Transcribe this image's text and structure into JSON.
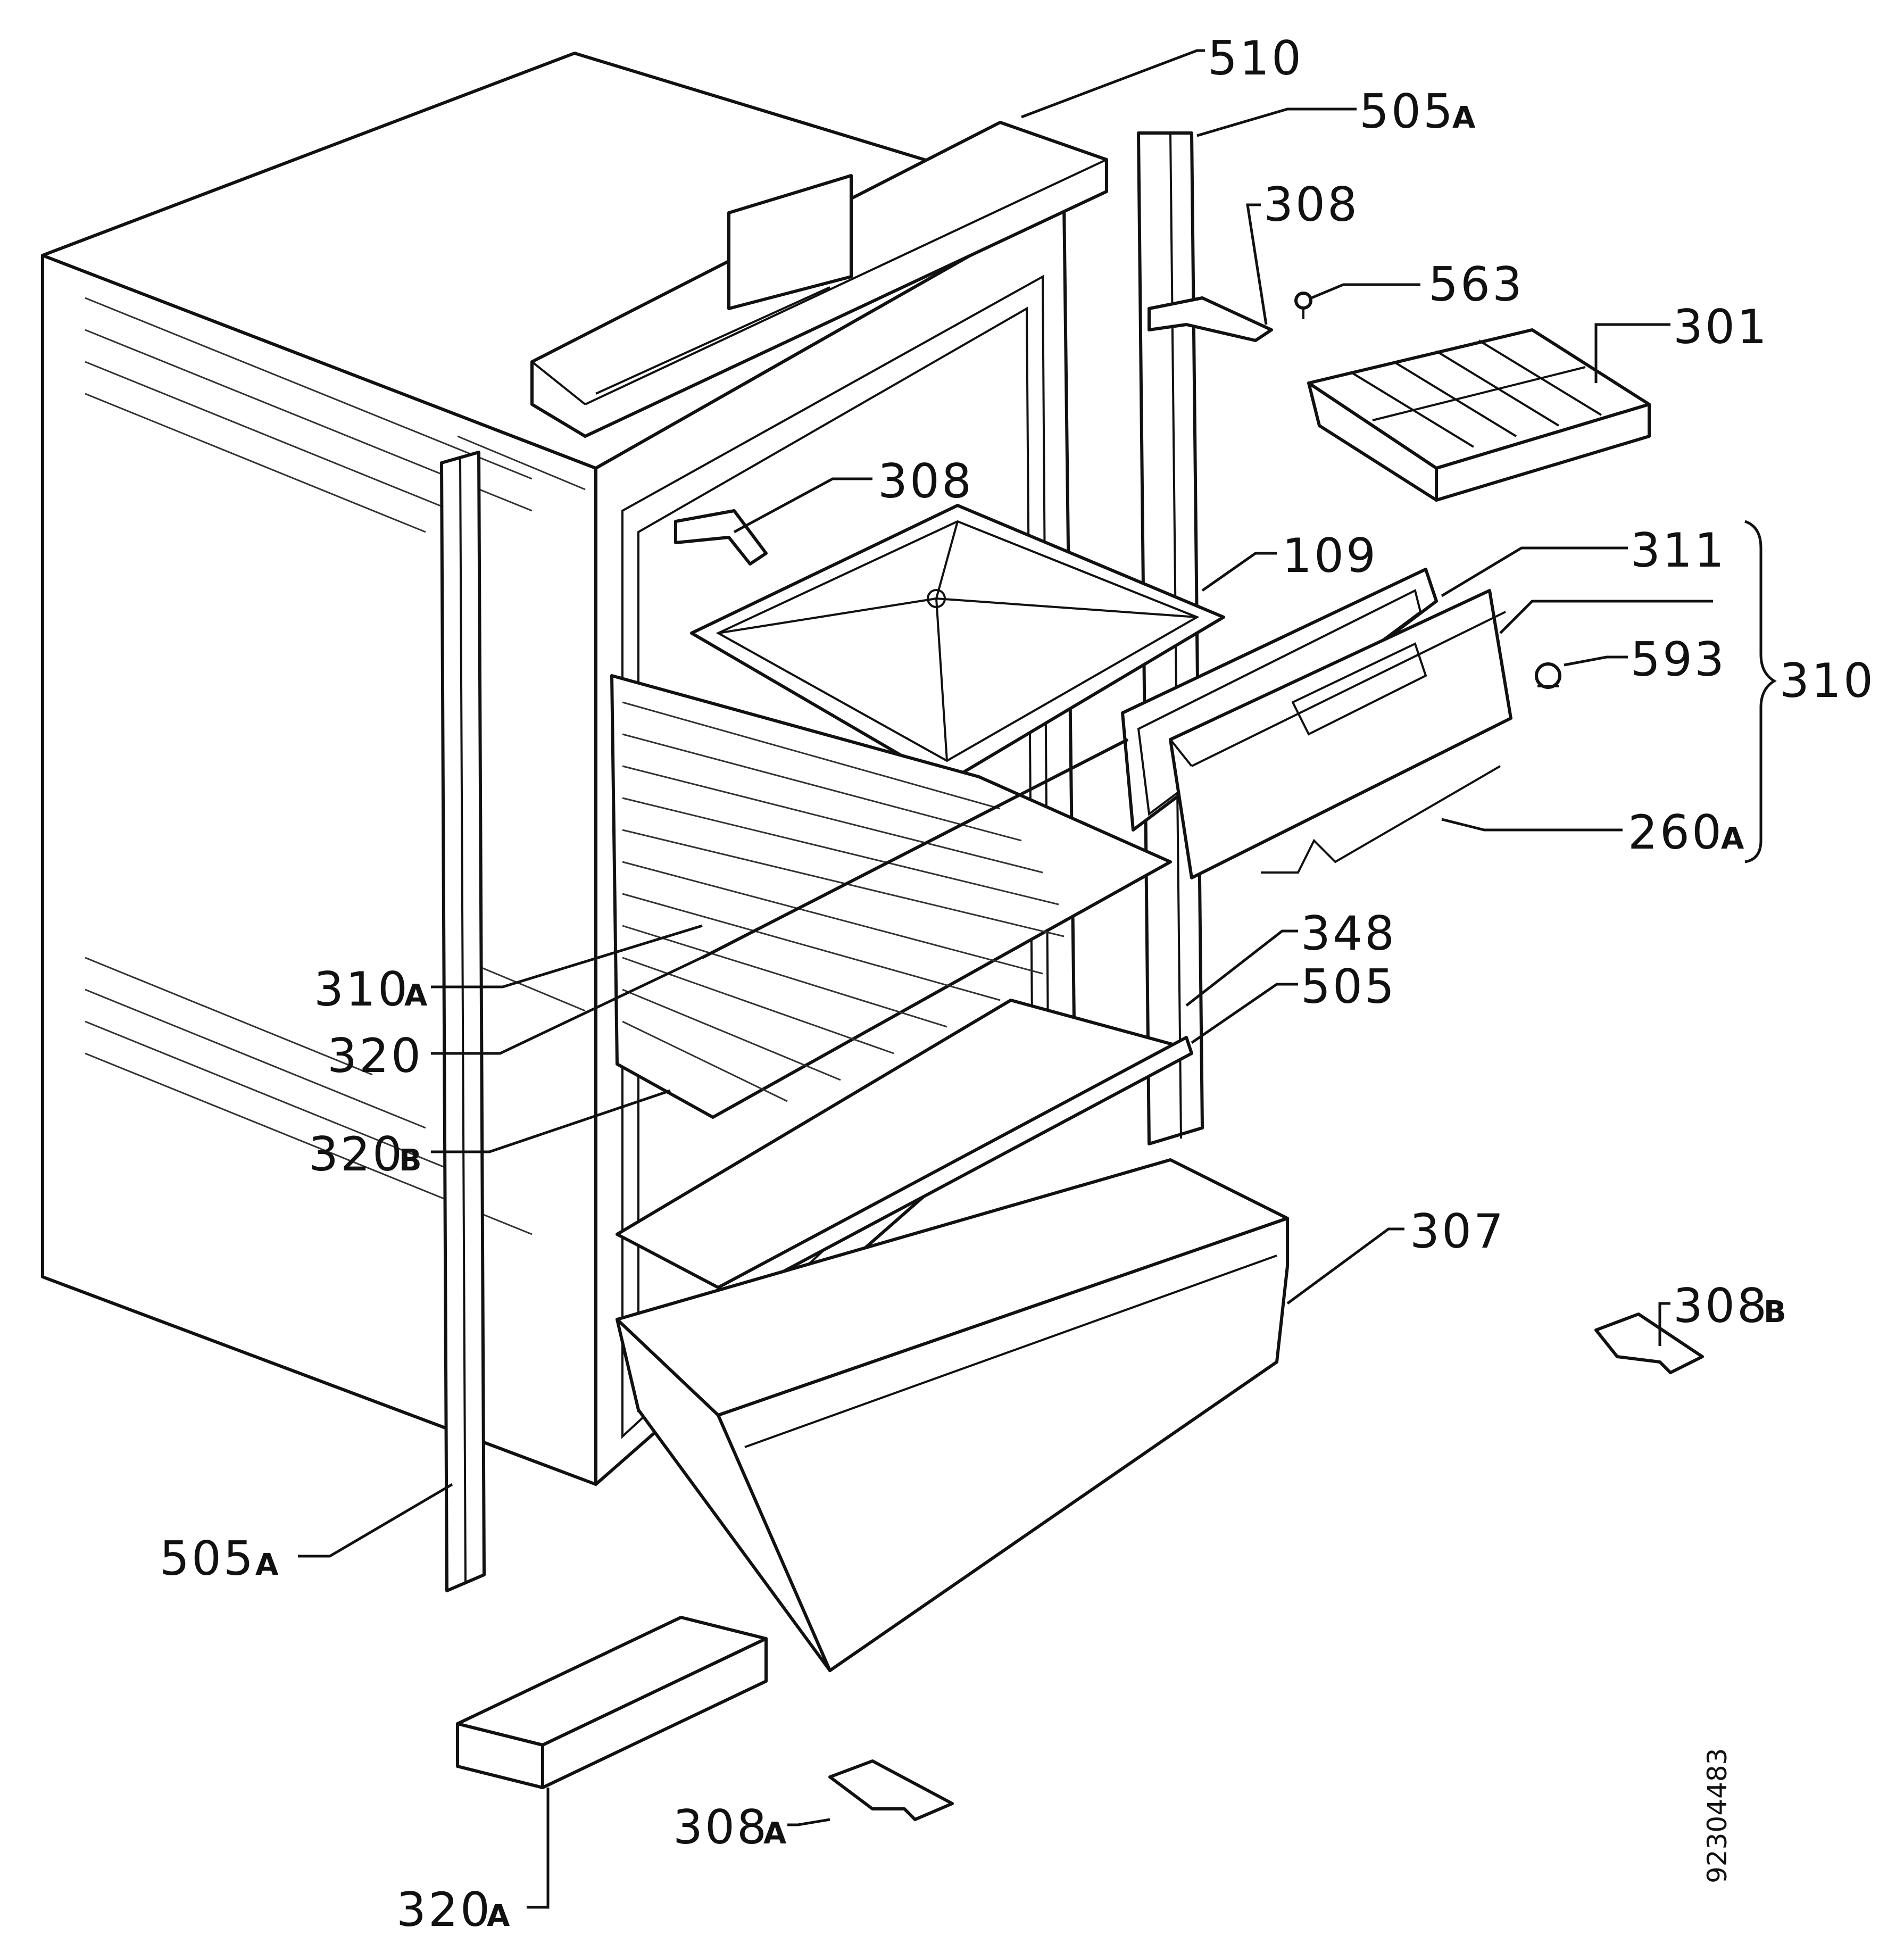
{
  "labels": {
    "l510": "510",
    "l505a_top": "505",
    "l505a_top_sfx": "A",
    "l308_top": "308",
    "l563": "563",
    "l301": "301",
    "l308_mid": "308",
    "l109": "109",
    "l311": "311",
    "l593": "593",
    "l310": "310",
    "l260a": "260",
    "l260a_sfx": "A",
    "l310a": "310",
    "l310a_sfx": "A",
    "l320": "320",
    "l320b": "320",
    "l320b_sfx": "B",
    "l348": "348",
    "l505": "505",
    "l307": "307",
    "l308b": "308",
    "l308b_sfx": "B",
    "l505a_left": "505",
    "l505a_left_sfx": "A",
    "l308a": "308",
    "l308a_sfx": "A",
    "l320a": "320",
    "l320a_sfx": "A"
  },
  "document_number": "92304483"
}
